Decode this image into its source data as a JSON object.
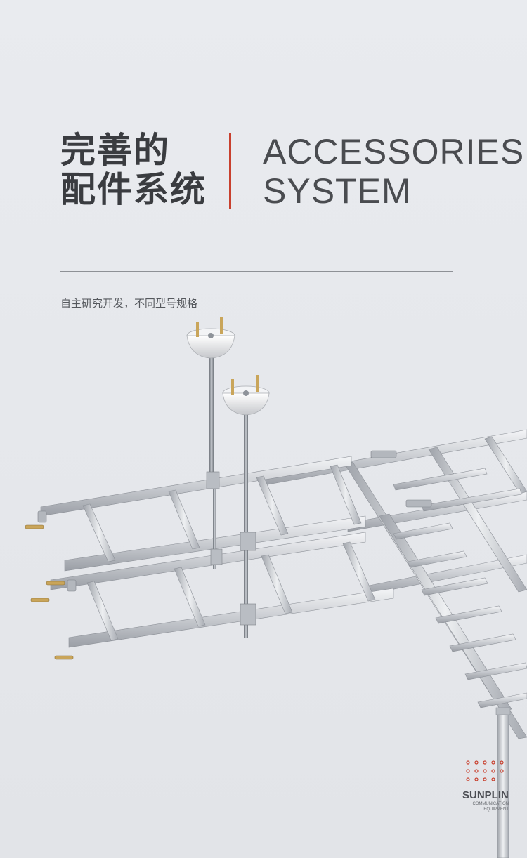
{
  "heading": {
    "cn_line1": "完善的",
    "cn_line2": "配件系统",
    "en_line1": "ACCESSORIES",
    "en_line2": "SYSTEM"
  },
  "subtitle": "自主研究开发，不同型号规格",
  "illustration": {
    "subject": "cable-tray-ladder-frame-with-ceiling-hangers"
  },
  "brand": {
    "name": "SUNPLIN",
    "sub_line1": "COMMUNICATION",
    "sub_line2": "EQUIPMENT",
    "accent_color": "#c8402e"
  },
  "colors": {
    "accent": "#c8402e",
    "text": "#3a3c40",
    "background": "#e7e9ed"
  }
}
